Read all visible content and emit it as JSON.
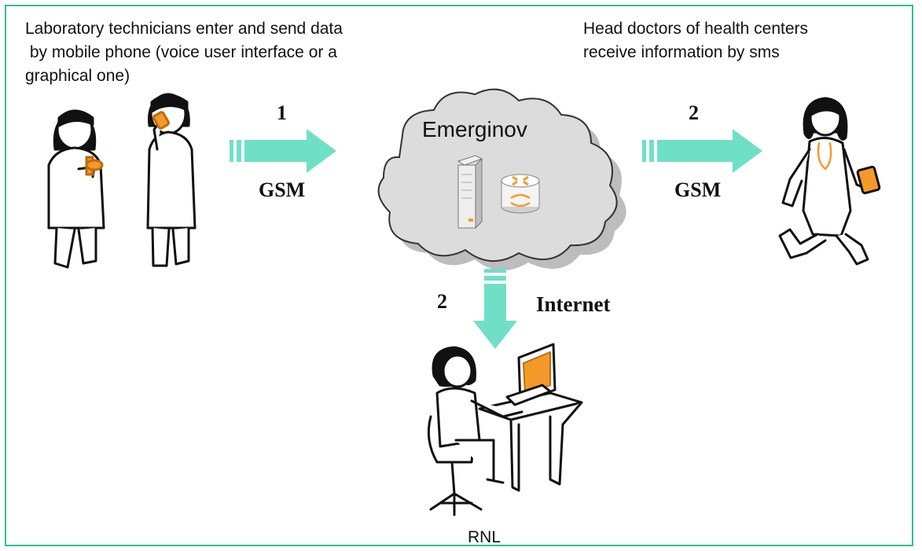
{
  "captions": {
    "left": [
      "Laboratory technicians enter and send data",
      " by mobile phone (voice user interface or a",
      "graphical one)"
    ],
    "right": [
      "Head doctors of health centers",
      "receive information by sms"
    ]
  },
  "cloud": {
    "label": "Emerginov"
  },
  "links": {
    "left": {
      "step": "1",
      "channel": "GSM"
    },
    "right": {
      "step": "2",
      "channel": "GSM"
    },
    "down": {
      "step": "2",
      "channel": "Internet"
    }
  },
  "rnl": {
    "label": "RNL"
  },
  "colors": {
    "arrow": "#6fe0c6",
    "frame": "#2fbf9a",
    "accent": "#f49a2a",
    "cloud": "#d9d9d9"
  }
}
